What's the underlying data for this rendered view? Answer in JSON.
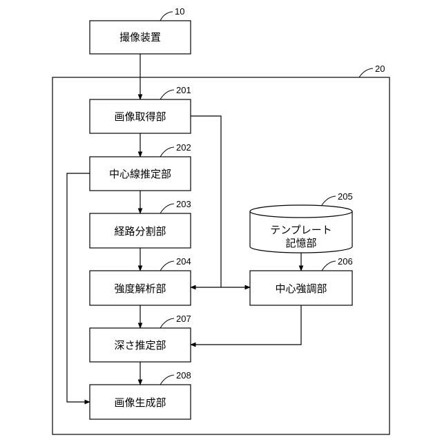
{
  "diagram": {
    "device": {
      "label": "撮像装置",
      "ref": "10"
    },
    "system_ref": "20",
    "units": {
      "acquire": {
        "label": "画像取得部",
        "ref": "201"
      },
      "centerline": {
        "label": "中心線推定部",
        "ref": "202"
      },
      "segment": {
        "label": "経路分割部",
        "ref": "203"
      },
      "intensity": {
        "label": "強度解析部",
        "ref": "204"
      },
      "template": {
        "label_line1": "テンプレート",
        "label_line2": "記憶部",
        "ref": "205"
      },
      "emphasis": {
        "label": "中心強調部",
        "ref": "206"
      },
      "depth": {
        "label": "深さ推定部",
        "ref": "207"
      },
      "generate": {
        "label": "画像生成部",
        "ref": "208"
      }
    }
  }
}
